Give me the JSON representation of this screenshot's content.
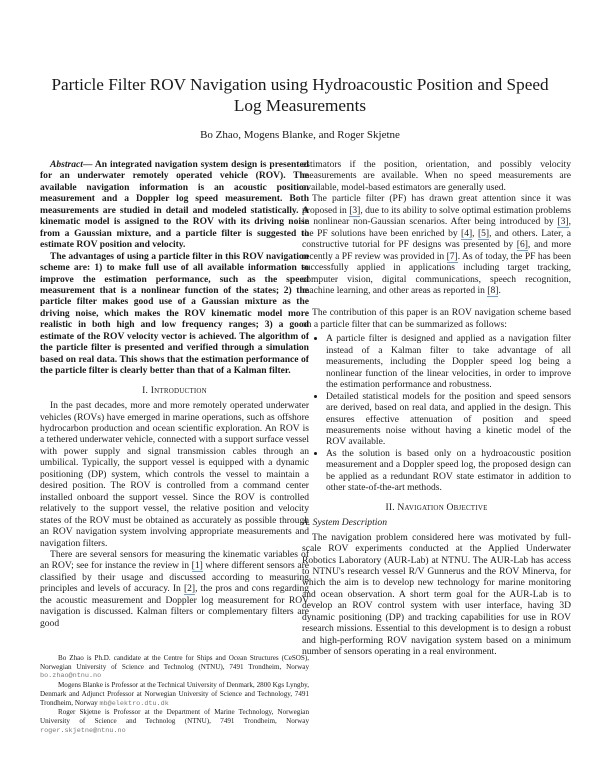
{
  "title": "Particle Filter ROV Navigation using Hydroacoustic Position and Speed Log Measurements",
  "authors": "Bo Zhao, Mogens Blanke, and Roger Skjetne",
  "abstract": {
    "label": "Abstract",
    "p1": "— An integrated navigation system design is presented for an underwater remotely operated vehicle (ROV). The available navigation information is an acoustic position measurement and a Doppler log speed measurement. Both measurements are studied in detail and modeled statistically. A kinematic model is assigned to the ROV with its driving noise from a Gaussian mixture, and a particle filter is suggested to estimate ROV position and velocity.",
    "p2": "The advantages of using a particle filter in this ROV navigation scheme are: 1) to make full use of all available information to improve the estimation performance, such as the speed measurement that is a nonlinear function of the states; 2) the particle filter makes good use of a Gaussian mixture as the driving noise, which makes the ROV kinematic model more realistic in both high and low frequency ranges; 3) a good estimate of the ROV velocity vector is achieved. The algorithm of the particle filter is presented and verified through a simulation based on real data. This shows that the estimation performance of the particle filter is clearly better than that of a Kalman filter."
  },
  "sections": {
    "intro_heading": "I. Introduction",
    "intro_p1": "In the past decades, more and more remotely operated underwater vehicles (ROVs) have emerged in marine operations, such as offshore hydrocarbon production and ocean scientific exploration. An ROV is a tethered underwater vehicle, connected with a support surface vessel with power supply and signal transmission cables through an umbilical. Typically, the support vessel is equipped with a dynamic positioning (DP) system, which controls the vessel to maintain a desired position. The ROV is controlled from a command center installed onboard the support vessel. Since the ROV is controlled relatively to the support vessel, the relative position and velocity states of the ROV must be obtained as accurately as possible through an ROV navigation system involving appropriate measurements and navigation filters.",
    "intro_p2": "There are several sensors for measuring the kinematic variables of an ROV; see for instance the review in [1] where different sensors are classified by their usage and discussed according to measuring principles and levels of accuracy. In [2], the pros and cons regarding the acoustic measurement and Doppler log measurement for ROV navigation is discussed. Kalman filters or complementary filters are good estimators if the position, orientation, and possibly velocity measurements are available. When no speed measurements are available, model-based estimators are generally used.",
    "intro_p3": "The particle filter (PF) has drawn great attention since it was proposed in [3], due to its ability to solve optimal estimation problems in nonlinear non-Gaussian scenarios. After being introduced by [3], the PF solutions have been enriched by [4], [5], and others. Later, a constructive tutorial for PF designs was presented by [6], and more recently a PF review was provided in [7]. As of today, the PF has been successfully applied in applications including target tracking, computer vision, digital communications, speech recognition, machine learning, and other areas as reported in [8].",
    "intro_p4": "The contribution of this paper is an ROV navigation scheme based on a particle filter that can be summarized as follows:",
    "bullets": [
      "A particle filter is designed and applied as a navigation filter instead of a Kalman filter to take advantage of all measurements, including the Doppler speed log being a nonlinear function of the linear velocities, in order to improve the estimation performance and robustness.",
      "Detailed statistical models for the position and speed sensors are derived, based on real data, and applied in the design. This ensures effective attenuation of position and speed measurements noise without having a kinetic model of the ROV available.",
      "As the solution is based only on a hydroacoustic position measurement and a Doppler speed log, the proposed design can be applied as a redundant ROV state estimator in addition to other state-of-the-art methods."
    ],
    "nav_heading": "II. Navigation Objective",
    "sysdesc_heading": "A. System Description",
    "sysdesc_p1": "The navigation problem considered here was motivated by full-scale ROV experiments conducted at the Applied Underwater Robotics Laboratory (AUR-Lab) at NTNU. The AUR-Lab has access to NTNU's research vessel R/V Gunnerus and the ROV Minerva, for which the aim is to develop new technology for marine monitoring and ocean observation. A short term goal for the AUR-Lab is to develop an ROV control system with user interface, having 3D dynamic positioning (DP) and tracking capabilities for use in ROV research missions. Essential to this development is to design a robust and high-performing ROV navigation system based on a minimum number of sensors operating in a real environment."
  },
  "footnotes": [
    {
      "text": "Bo Zhao is Ph.D. candidate at the Centre for Ships and Ocean Structures (CeSOS), Norwegian University of Science and Technolog (NTNU), 7491 Trondheim, Norway ",
      "email": "bo.zhao@ntnu.no"
    },
    {
      "text": "Mogens Blanke is Professor at the Technical University of Denmark, 2800 Kgs Lyngby, Denmark and Adjunct Professor at Norwegian University of Science and Technology, 7491 Trondheim, Norway ",
      "email": "mb@elektro.dtu.dk"
    },
    {
      "text": "Roger Skjetne is Professor at the Department of Marine Technology, Norwegian University of Science and Technolog (NTNU), 7491 Trondheim, Norway ",
      "email": "roger.skjetne@ntnu.no"
    }
  ]
}
